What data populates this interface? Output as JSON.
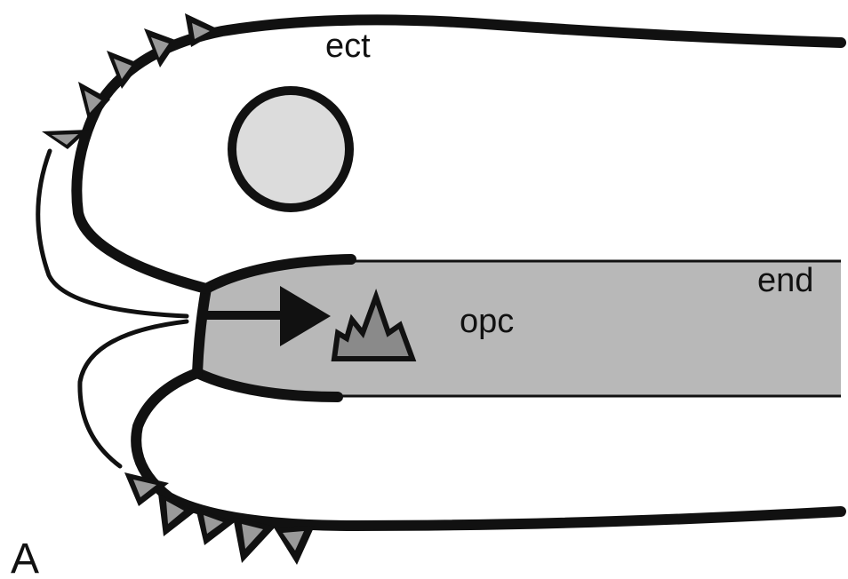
{
  "labels": {
    "ect": "ect",
    "end": "end",
    "opc": "opc",
    "panel": "A"
  },
  "colors": {
    "stroke": "#111111",
    "background": "#ffffff",
    "endoderm_fill": "#b8b8b8",
    "vesicle_fill": "#dcdcdc",
    "triangle_outer": "#6b6b6b",
    "triangle_inner": "#a0a0a0",
    "crown_fill": "#8a8a8a"
  },
  "icons": {
    "arrow": "right-arrow-icon",
    "crown": "crown-shape-icon",
    "triangle": "triangle-marker-icon"
  }
}
